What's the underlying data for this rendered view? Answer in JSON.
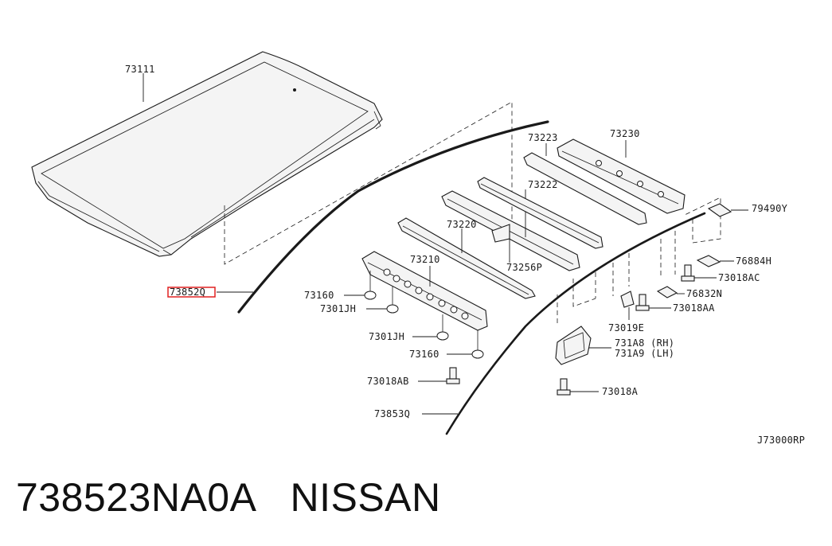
{
  "diagram": {
    "parts": {
      "roof_panel": "73111",
      "molding_lh": "73852Q",
      "molding_rh": "73853Q",
      "bow_front": "73210",
      "bow_2": "73220",
      "bow_3": "73222",
      "bow_4": "73223",
      "bow_rear": "73230",
      "bracket_256": "73256P",
      "pad_upper": "73160",
      "pad_lower": "73160",
      "clip_upper": "7301JH",
      "clip_lower": "7301JH",
      "bolt_ab": "73018AB",
      "bolt_a": "73018A",
      "bolt_ac": "73018AC",
      "bolt_aa": "73018AA",
      "clip_019e": "73019E",
      "bracket_rh": "731A8 (RH)",
      "bracket_lh": "731A9 (LH)",
      "seal_79490": "79490Y",
      "pad_76884": "76884H",
      "pad_76832": "76832N"
    },
    "highlight_color": "#e02020",
    "diagram_code": "J73000RP"
  },
  "caption": {
    "part_number": "738523NA0A",
    "brand": "NISSAN"
  }
}
